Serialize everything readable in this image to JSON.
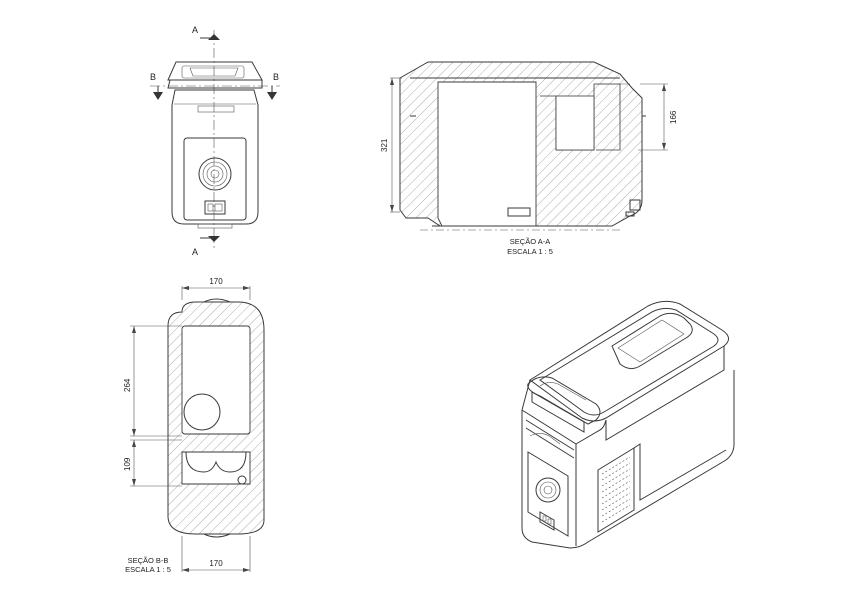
{
  "markers": {
    "section_a_top": "A",
    "section_a_bottom": "A",
    "section_b_left": "B",
    "section_b_right": "B"
  },
  "dimensions": {
    "section_a_height": "321",
    "section_a_lid_height": "166",
    "section_b_top_width": "170",
    "section_b_bottom_width": "170",
    "section_b_upper_length": "264",
    "section_b_lower_length": "109"
  },
  "captions": {
    "section_a_title": "SEÇÃO A-A",
    "section_a_scale": "ESCALA 1 : 5",
    "section_b_title": "SEÇÃO B-B",
    "section_b_scale": "ESCALA 1 : 5"
  },
  "colors": {
    "line": "#3a3a3a",
    "hatch": "#8a8a8a",
    "background": "#ffffff"
  }
}
